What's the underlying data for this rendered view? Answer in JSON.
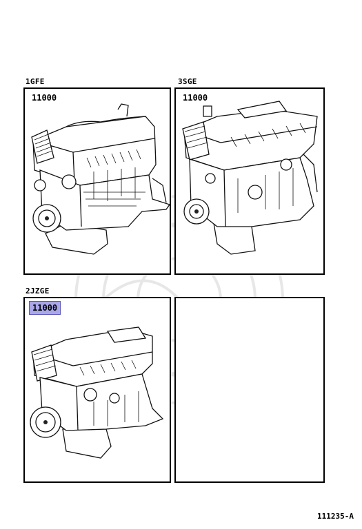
{
  "panels": [
    {
      "engine": "1GFE",
      "part_number": "11000",
      "highlighted": false,
      "illustration": "engine-assembly-drawing"
    },
    {
      "engine": "3SGE",
      "part_number": "11000",
      "highlighted": false,
      "illustration": "engine-assembly-drawing"
    },
    {
      "engine": "2JZGE",
      "part_number": "11000",
      "highlighted": true,
      "illustration": "engine-assembly-drawing"
    },
    {
      "engine": "",
      "part_number": "",
      "highlighted": false,
      "illustration": ""
    }
  ],
  "watermark": "logo-seal",
  "diagram_code": "111235-A",
  "colors": {
    "highlight": "#a9a7e8",
    "line": "#000000"
  }
}
